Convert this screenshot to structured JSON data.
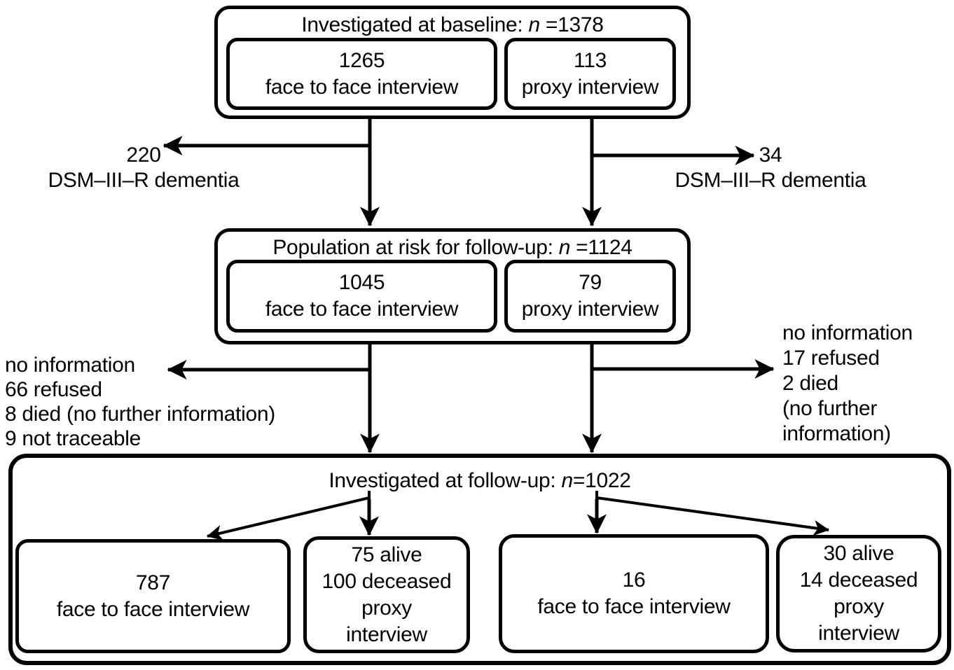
{
  "colors": {
    "ink": "#000000",
    "background": "#ffffff"
  },
  "baseline": {
    "title": {
      "prefix": "Investigated at baseline: ",
      "n": "n",
      "suffix": " =1378"
    },
    "face_to_face": {
      "count": "1265",
      "label": "face to face interview"
    },
    "proxy": {
      "count": "113",
      "label": "proxy interview"
    }
  },
  "baseline_exit_left": {
    "count": "220",
    "label": "DSM–III–R dementia"
  },
  "baseline_exit_right": {
    "count": "34",
    "label": "DSM–III–R dementia"
  },
  "at_risk": {
    "title": {
      "prefix": "Population at risk for follow-up: ",
      "n": "n",
      "suffix": " =1124"
    },
    "face_to_face": {
      "count": "1045",
      "label": "face to face interview"
    },
    "proxy": {
      "count": "79",
      "label": "proxy interview"
    }
  },
  "followup_exit_left": {
    "lines": [
      "no information",
      "66 refused",
      "8 died (no further information)",
      "9 not traceable"
    ]
  },
  "followup_exit_right": {
    "lines": [
      "no information",
      "17 refused",
      "2 died",
      "(no further",
      "information)"
    ]
  },
  "followup": {
    "title": {
      "prefix": "Investigated at follow-up: ",
      "n": "n",
      "suffix": "=1022"
    },
    "face_to_face_left": {
      "lines": [
        "787",
        "face to face interview"
      ]
    },
    "proxy_left": {
      "lines": [
        "75 alive",
        "100 deceased",
        "proxy",
        "interview"
      ]
    },
    "face_to_face_right": {
      "lines": [
        "16",
        "face to face interview"
      ]
    },
    "proxy_right": {
      "lines": [
        "30 alive",
        "14 deceased",
        "proxy",
        "interview"
      ]
    }
  }
}
